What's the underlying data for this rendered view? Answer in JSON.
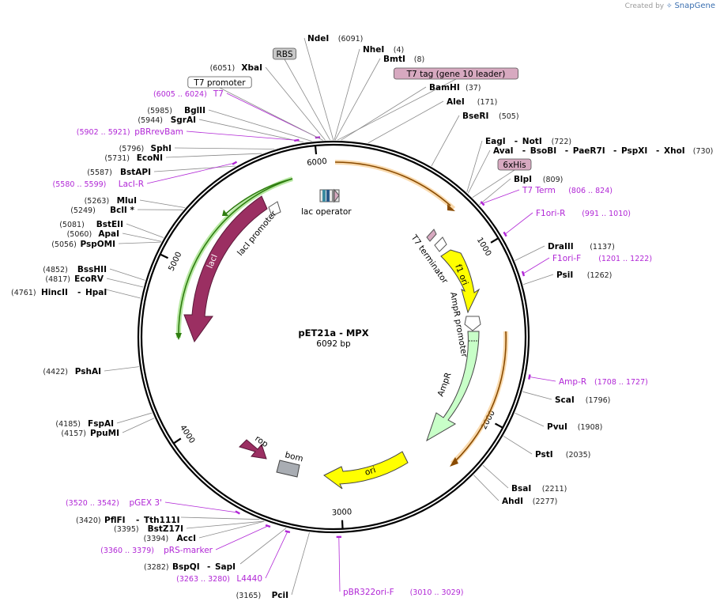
{
  "credit": {
    "prefix": "Created by",
    "brand": "SnapGene"
  },
  "plasmid": {
    "name": "pET21a - MPX",
    "size_label": "6092 bp"
  },
  "ticks": [
    "1000",
    "2000",
    "3000",
    "4000",
    "5000",
    "6000"
  ],
  "sites": [
    {
      "id": "ndei",
      "name": "NdeI",
      "pos": "(6091)"
    },
    {
      "id": "nhei",
      "name": "NheI",
      "pos": "(4)"
    },
    {
      "id": "bmti",
      "name": "BmtI",
      "pos": "(8)"
    },
    {
      "id": "bamhi",
      "name": "BamHI",
      "pos": "(37)"
    },
    {
      "id": "alei",
      "name": "AleI",
      "pos": "(171)"
    },
    {
      "id": "bseri",
      "name": "BseRI",
      "pos": "(505)"
    },
    {
      "id": "eagi",
      "name": "EagI",
      "pos": ""
    },
    {
      "id": "noti",
      "name": "NotI",
      "pos": "(722)"
    },
    {
      "id": "avai",
      "name": "AvaI",
      "pos": ""
    },
    {
      "id": "bsobi",
      "name": "BsoBI",
      "pos": ""
    },
    {
      "id": "paer7i",
      "name": "PaeR7I",
      "pos": ""
    },
    {
      "id": "pspxi",
      "name": "PspXI",
      "pos": ""
    },
    {
      "id": "xhoi",
      "name": "XhoI",
      "pos": "(730)"
    },
    {
      "id": "blpi",
      "name": "BlpI",
      "pos": "(809)"
    },
    {
      "id": "draiii",
      "name": "DraIII",
      "pos": "(1137)"
    },
    {
      "id": "psti1",
      "name": "PsiI",
      "pos": "(1262)"
    },
    {
      "id": "scai",
      "name": "ScaI",
      "pos": "(1796)"
    },
    {
      "id": "pvui",
      "name": "PvuI",
      "pos": "(1908)"
    },
    {
      "id": "psti",
      "name": "PstI",
      "pos": "(2035)"
    },
    {
      "id": "bsai",
      "name": "BsaI",
      "pos": "(2211)"
    },
    {
      "id": "ahdi",
      "name": "AhdI",
      "pos": "(2277)"
    },
    {
      "id": "pcii",
      "name": "PciI",
      "pos": "(3165)"
    },
    {
      "id": "bspqi",
      "name": "BspQI",
      "pos": "(3282)"
    },
    {
      "id": "sapi",
      "name": "SapI",
      "pos": ""
    },
    {
      "id": "acci",
      "name": "AccI",
      "pos": "(3394)"
    },
    {
      "id": "bstz17i",
      "name": "BstZ17I",
      "pos": "(3395)"
    },
    {
      "id": "pflfi",
      "name": "PflFI",
      "pos": "(3420)"
    },
    {
      "id": "tth111i",
      "name": "Tth111I",
      "pos": ""
    },
    {
      "id": "ppumi",
      "name": "PpuMI",
      "pos": "(4157)"
    },
    {
      "id": "fspai",
      "name": "FspAI",
      "pos": "(4185)"
    },
    {
      "id": "pshai",
      "name": "PshAI",
      "pos": "(4422)"
    },
    {
      "id": "hincii",
      "name": "HincII",
      "pos": "(4761)"
    },
    {
      "id": "hpai",
      "name": "HpaI",
      "pos": ""
    },
    {
      "id": "ecorv",
      "name": "EcoRV",
      "pos": "(4817)"
    },
    {
      "id": "bsshii",
      "name": "BssHII",
      "pos": "(4852)"
    },
    {
      "id": "pspomi",
      "name": "PspOMI",
      "pos": "(5056)"
    },
    {
      "id": "apai",
      "name": "ApaI",
      "pos": "(5060)"
    },
    {
      "id": "bsteii",
      "name": "BstEII",
      "pos": "(5081)"
    },
    {
      "id": "bcli",
      "name": "BclI *",
      "pos": "(5249)"
    },
    {
      "id": "mlui",
      "name": "MluI",
      "pos": "(5263)"
    },
    {
      "id": "bstapi",
      "name": "BstAPI",
      "pos": "(5587)"
    },
    {
      "id": "econi",
      "name": "EcoNI",
      "pos": "(5731)"
    },
    {
      "id": "sphi",
      "name": "SphI",
      "pos": "(5796)"
    },
    {
      "id": "sgrai",
      "name": "SgrAI",
      "pos": "(5944)"
    },
    {
      "id": "bglii",
      "name": "BglII",
      "pos": "(5985)"
    },
    {
      "id": "xbai",
      "name": "XbaI",
      "pos": "(6051)"
    }
  ],
  "primers": [
    {
      "id": "t7",
      "name": "T7",
      "pos": "(6005 .. 6024)"
    },
    {
      "id": "pbrrevbam",
      "name": "pBRrevBam",
      "pos": "(5902 .. 5921)"
    },
    {
      "id": "laci-r",
      "name": "LacI-R",
      "pos": "(5580 .. 5599)"
    },
    {
      "id": "t7term",
      "name": "T7 Term",
      "pos": "(806 .. 824)"
    },
    {
      "id": "f1ori-r",
      "name": "F1ori-R",
      "pos": "(991 .. 1010)"
    },
    {
      "id": "f1ori-f",
      "name": "F1ori-F",
      "pos": "(1201 .. 1222)"
    },
    {
      "id": "amp-r",
      "name": "Amp-R",
      "pos": "(1708 .. 1727)"
    },
    {
      "id": "pbr322ori-f",
      "name": "pBR322ori-F",
      "pos": "(3010 .. 3029)"
    },
    {
      "id": "l4440",
      "name": "L4440",
      "pos": "(3263 .. 3280)"
    },
    {
      "id": "prs-marker",
      "name": "pRS-marker",
      "pos": "(3360 .. 3379)"
    },
    {
      "id": "pgex3",
      "name": "pGEX 3'",
      "pos": "(3520 .. 3542)"
    }
  ],
  "boxed": [
    {
      "id": "rbs",
      "label": "RBS",
      "fill": "#c8c8c8"
    },
    {
      "id": "t7promoter",
      "label": "T7 promoter",
      "fill": "#ffffff"
    },
    {
      "id": "t7tag",
      "label": "T7 tag (gene 10 leader)",
      "fill": "#d7a9c0"
    },
    {
      "id": "6xhis",
      "label": "6xHis",
      "fill": "#d7a9c0"
    }
  ],
  "features": [
    {
      "id": "laci",
      "label": "lacI",
      "color": "#9b2f62"
    },
    {
      "id": "laci-promoter",
      "label": "lacI promoter",
      "color": "#ffffff"
    },
    {
      "id": "lac-operator",
      "label": "lac operator",
      "color": "#ffffff"
    },
    {
      "id": "t7-terminator",
      "label": "T7 terminator",
      "color": "#ffffff"
    },
    {
      "id": "f1-ori",
      "label": "f1 ori",
      "color": "#ffff00"
    },
    {
      "id": "ampr-promoter",
      "label": "AmpR promoter",
      "color": "#ffffff"
    },
    {
      "id": "ampr",
      "label": "AmpR",
      "color": "#c8ffc8"
    },
    {
      "id": "ori",
      "label": "ori",
      "color": "#ffff00"
    },
    {
      "id": "bom",
      "label": "bom",
      "color": "#a9adb3"
    },
    {
      "id": "rop",
      "label": "rop",
      "color": "#9b2f62"
    }
  ],
  "colors": {
    "backbone": "#000000",
    "primer": "#b127d6",
    "orange_orf": "#f5a623",
    "green_orf": "#2f7d10"
  }
}
